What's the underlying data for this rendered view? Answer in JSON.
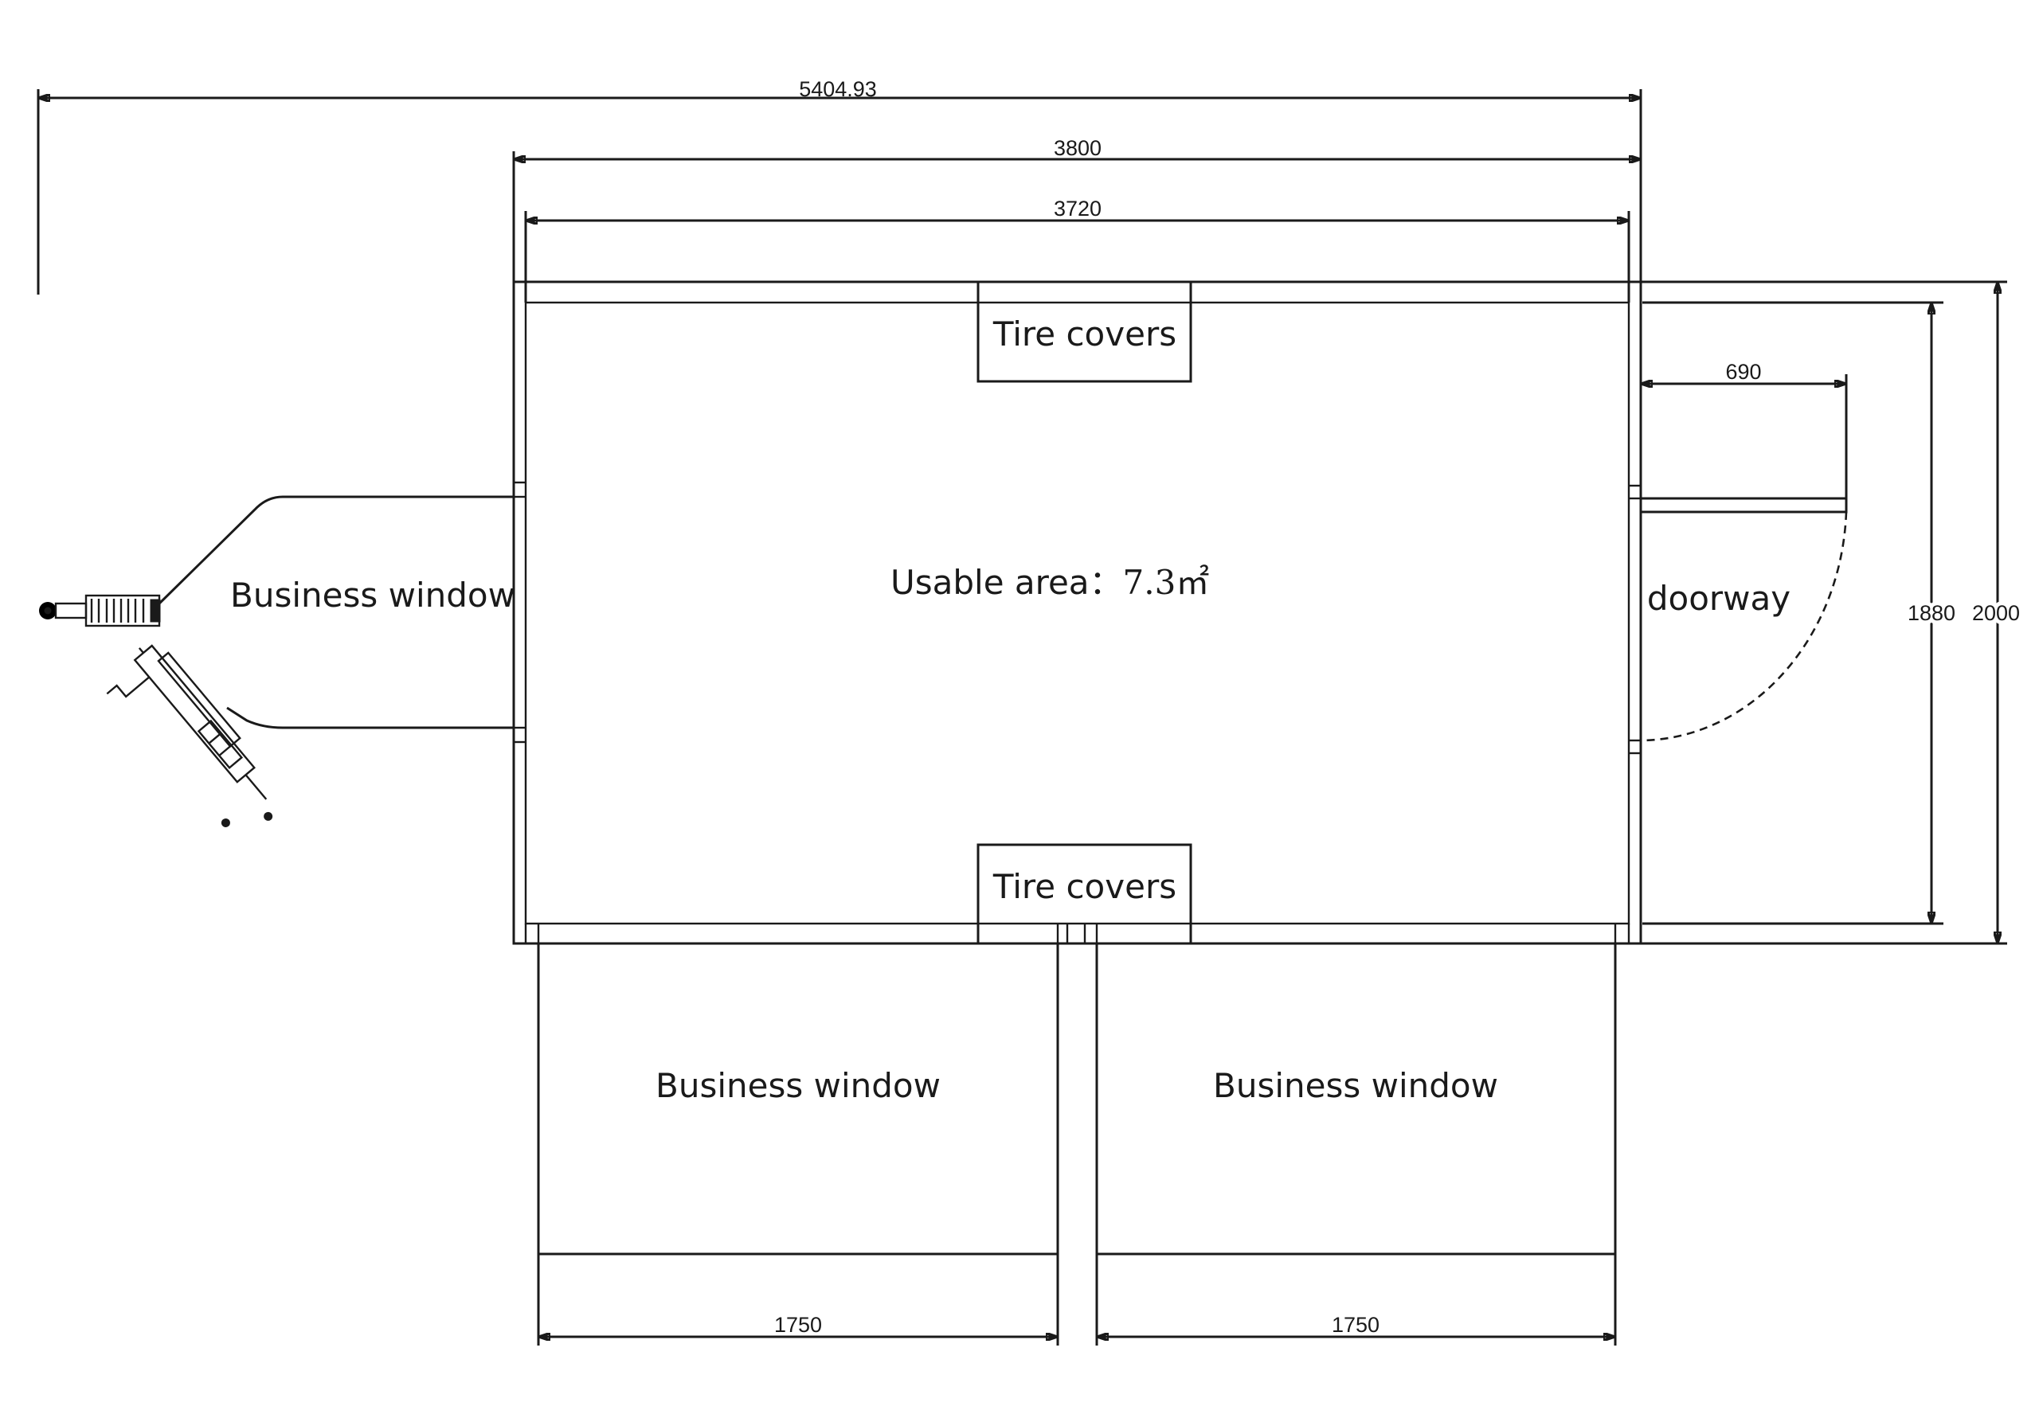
{
  "dimensions": {
    "overall_length": "5404.93",
    "body_length_outer": "3800",
    "body_length_inner": "3720",
    "door_width": "690",
    "body_width_inner": "1880",
    "body_width_outer": "2000",
    "window_left_width": "1750",
    "window_right_width": "1750"
  },
  "labels": {
    "tire_cover_top": "Tire covers",
    "tire_cover_bottom": "Tire covers",
    "usable_area_prefix": "Usable area：",
    "usable_area_value": "7.3㎡",
    "business_window_front": "Business window",
    "business_window_side_left": "Business window",
    "business_window_side_right": "Business window",
    "doorway": "doorway"
  }
}
